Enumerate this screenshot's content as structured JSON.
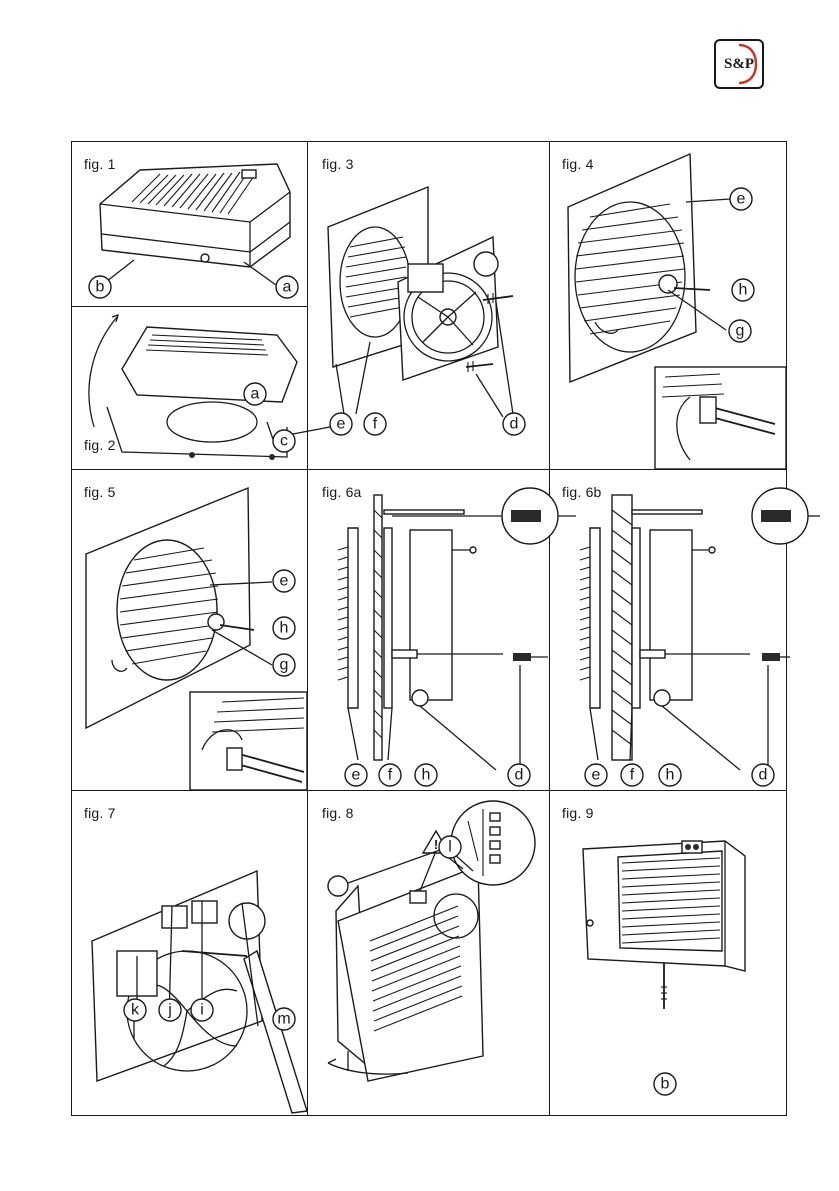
{
  "logo": {
    "text": "S&P"
  },
  "figures": {
    "fig1": {
      "caption": "fig. 1",
      "labels": [
        "b",
        "a"
      ]
    },
    "fig2": {
      "caption": "fig. 2",
      "labels": [
        "a",
        "c"
      ]
    },
    "fig3": {
      "caption": "fig. 3",
      "labels": [
        "e",
        "f",
        "d"
      ]
    },
    "fig4": {
      "caption": "fig. 4",
      "labels": [
        "e",
        "h",
        "g"
      ]
    },
    "fig5": {
      "caption": "fig. 5",
      "labels": [
        "e",
        "h",
        "g"
      ]
    },
    "fig6a": {
      "caption": "fig. 6a",
      "labels": [
        "e",
        "f",
        "h",
        "d"
      ]
    },
    "fig6b": {
      "caption": "fig. 6b",
      "labels": [
        "e",
        "f",
        "h",
        "d"
      ]
    },
    "fig7": {
      "caption": "fig. 7",
      "labels": [
        "k",
        "j",
        "i",
        "m"
      ]
    },
    "fig8": {
      "caption": "fig. 8",
      "labels": [
        "l"
      ]
    },
    "fig9": {
      "caption": "fig. 9",
      "labels": [
        "b"
      ]
    }
  }
}
